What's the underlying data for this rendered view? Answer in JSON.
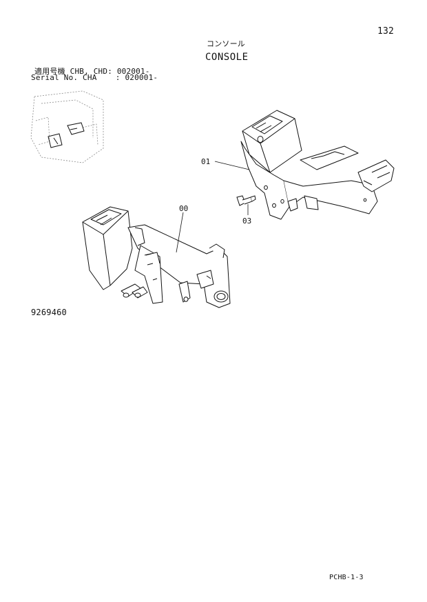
{
  "header": {
    "page_number": "132",
    "title_jp": "コンソール",
    "title_en": "CONSOLE"
  },
  "applicability": {
    "models_line": "適用号機 CHB, CHD: 002001-",
    "serial_line": "Serial No. CHA    : 020001-"
  },
  "callouts": {
    "part_01": "01",
    "part_00": "00",
    "part_03": "03"
  },
  "footer": {
    "drawing_number": "9269460",
    "page_code": "PCHB-1-3"
  }
}
